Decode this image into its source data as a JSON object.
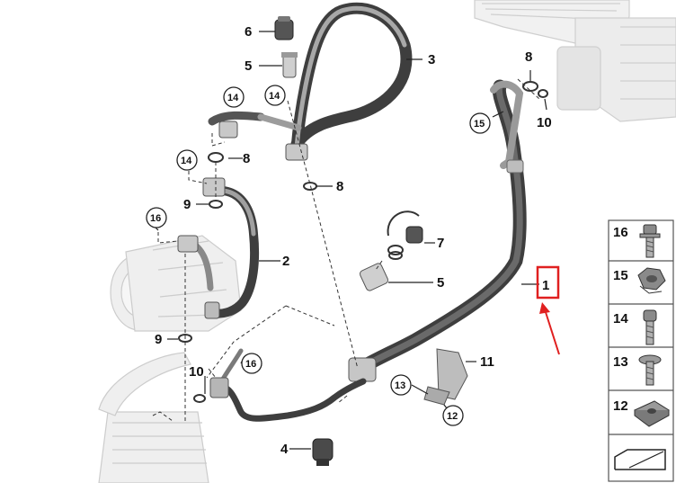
{
  "diagram": {
    "callouts": {
      "c1": "1",
      "c2": "2",
      "c3": "3",
      "c4": "4",
      "c5a": "5",
      "c5b": "5",
      "c6": "6",
      "c7": "7",
      "c8a": "8",
      "c8b": "8",
      "c8c": "8",
      "c9a": "9",
      "c9b": "9",
      "c10a": "10",
      "c10b": "10",
      "c11": "11",
      "c12": "12",
      "c13": "13",
      "c14a": "14",
      "c14b": "14",
      "c14c": "14",
      "c15": "15",
      "c16a": "16",
      "c16b": "16"
    },
    "legend": [
      {
        "label": "16",
        "icon": "bolt-flange-icon"
      },
      {
        "label": "15",
        "icon": "hex-nut-icon"
      },
      {
        "label": "14",
        "icon": "socket-bolt-icon"
      },
      {
        "label": "13",
        "icon": "washer-screw-icon"
      },
      {
        "label": "12",
        "icon": "clip-nut-icon"
      },
      {
        "label": "",
        "icon": "page-arrow-icon"
      }
    ],
    "colors": {
      "highlight": "#e02020",
      "hose": "#4a4a4a",
      "ghost": "#d8d8d8"
    }
  }
}
